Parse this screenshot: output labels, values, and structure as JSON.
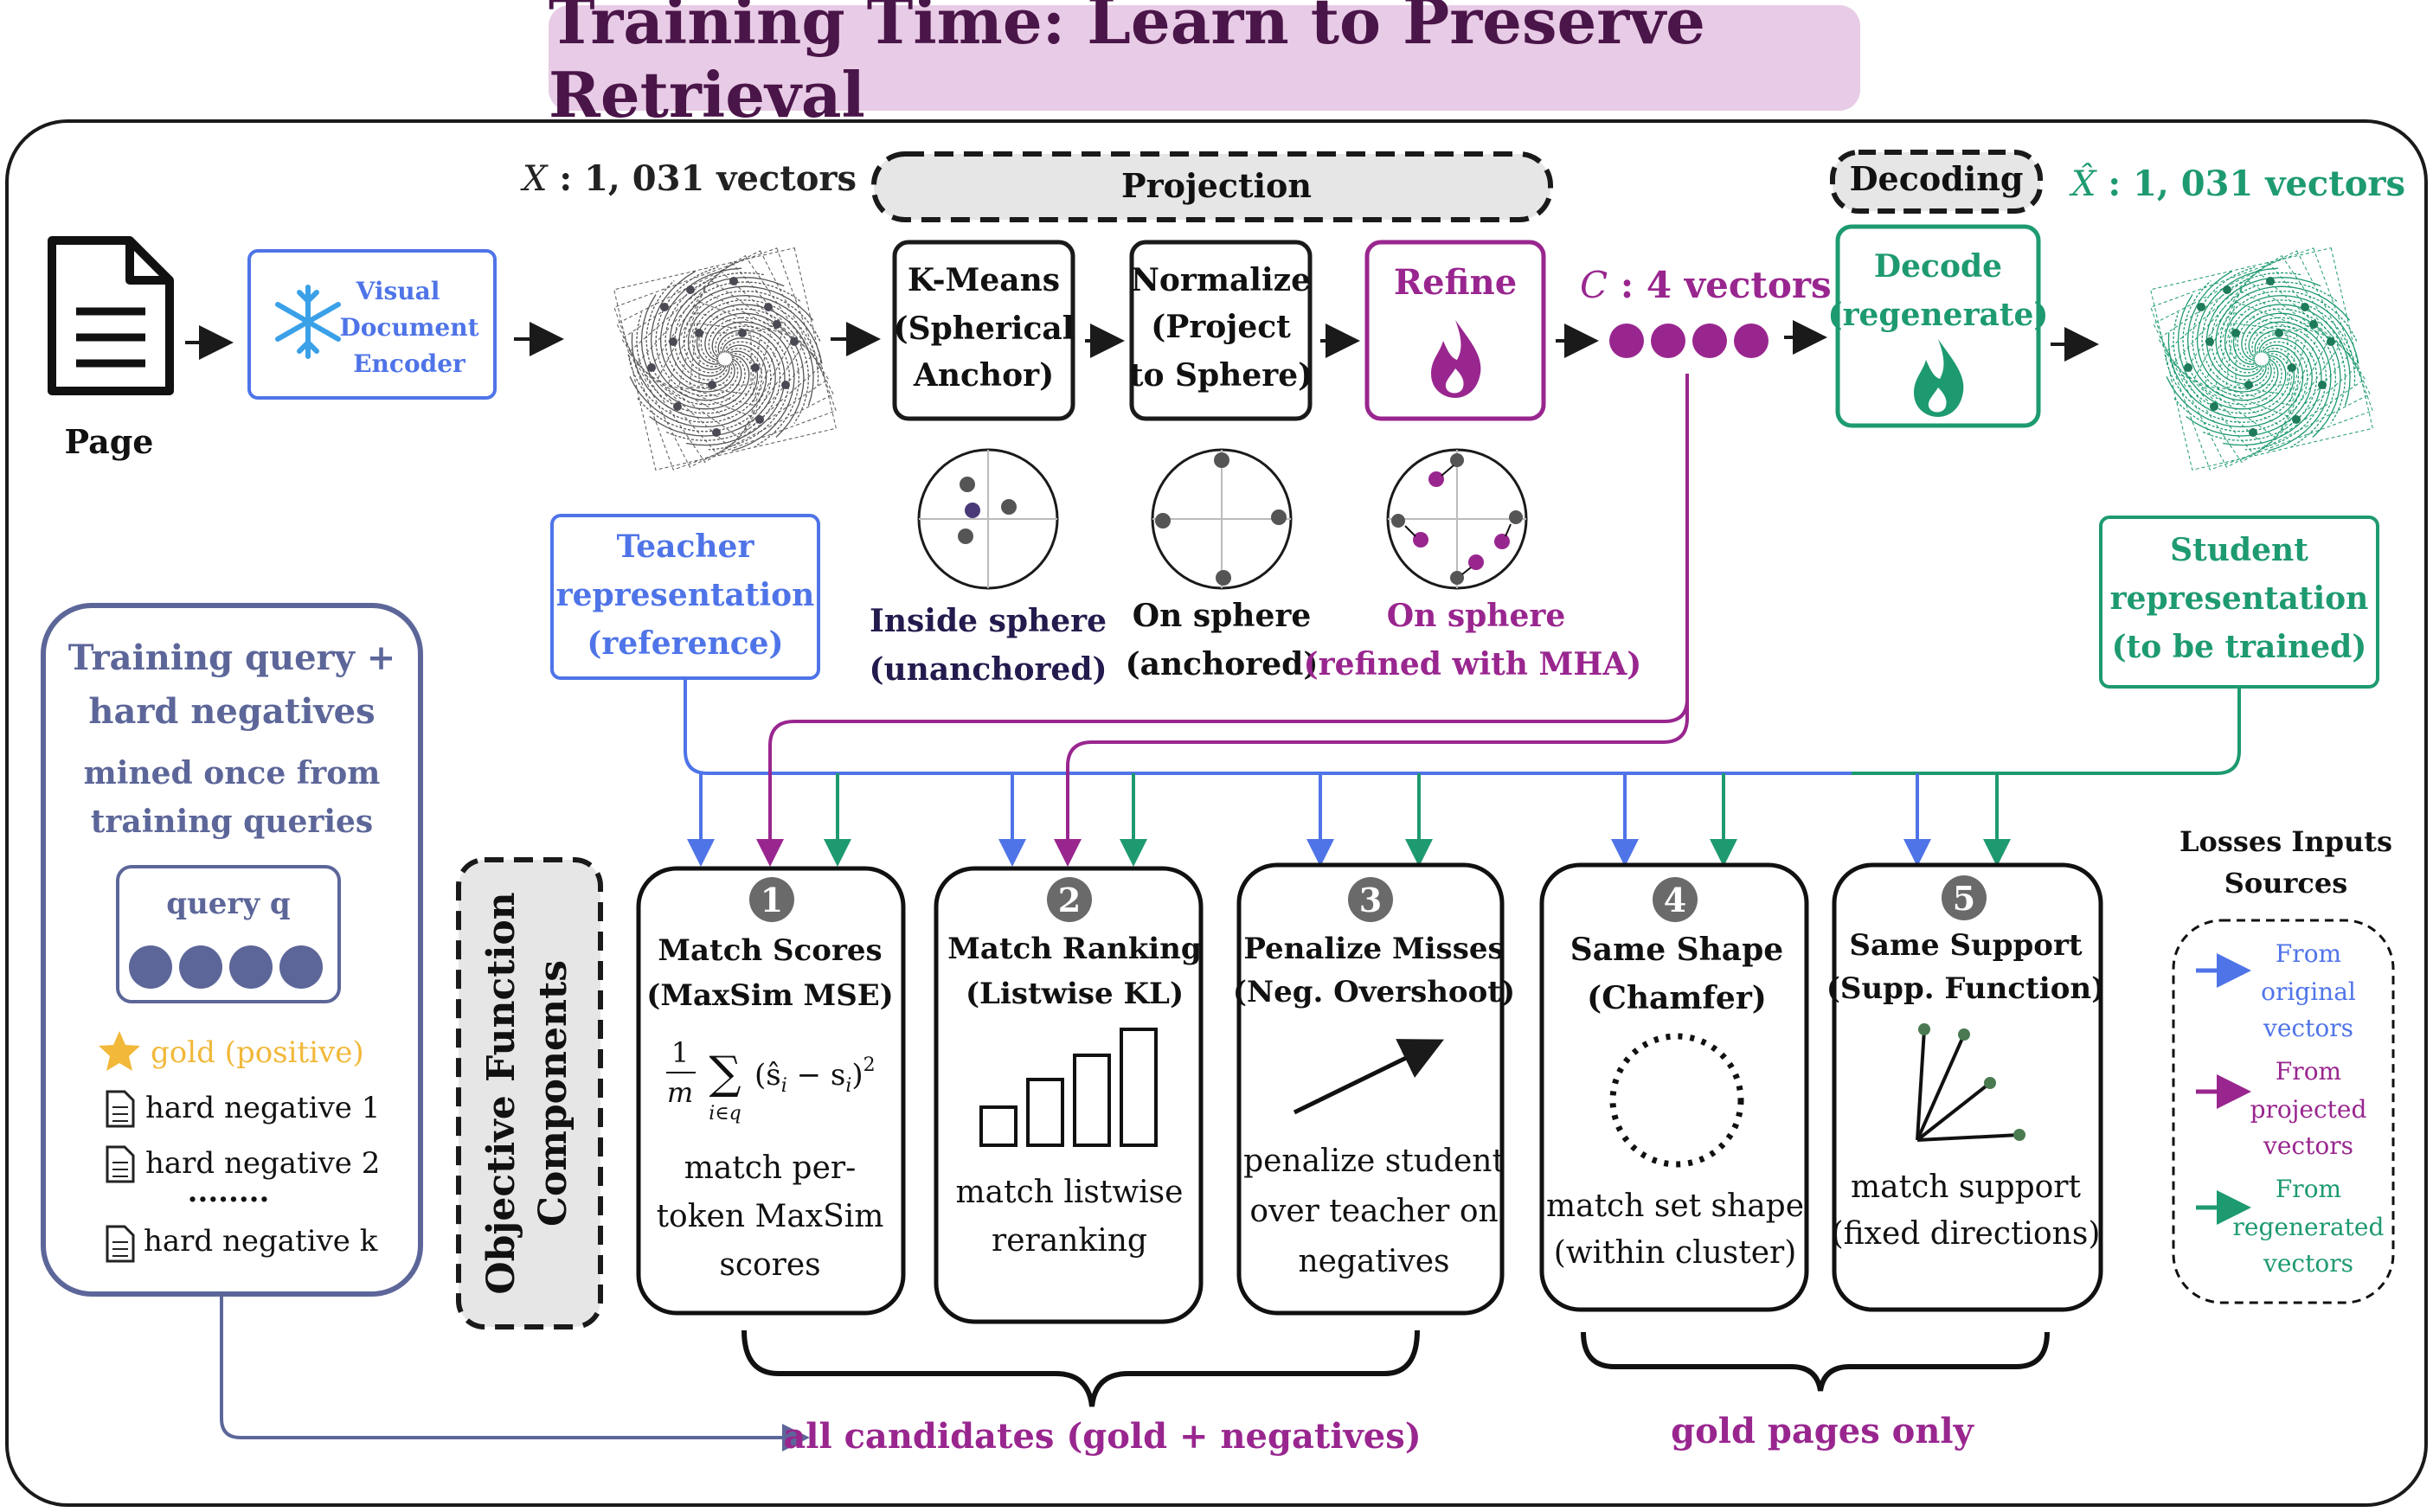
{
  "title": "Training Time: Learn to Preserve Retrieval",
  "colors": {
    "title_bg": "#e8cbe6",
    "title_text": "#4a1548",
    "blue": "#4f74e8",
    "purple": "#99268f",
    "green": "#1e9a70",
    "slate": "#5c6699",
    "gold": "#f2b83a",
    "dark": "#1a1a1a"
  },
  "pipeline": {
    "page_label": "Page",
    "encoder": {
      "line1": "Visual",
      "line2": "Document",
      "line3": "Encoder",
      "icon": "snowflake-icon"
    },
    "x_label": {
      "sym": "X",
      "rest": " : 1, 031 vectors"
    },
    "projection_label": "Projection",
    "decoding_label": "Decoding",
    "kmeans": {
      "line1": "K-Means",
      "line2": "(Spherical",
      "line3": "Anchor)"
    },
    "normalize": {
      "line1": "Normalize",
      "line2": "(Project",
      "line3": "to Sphere)"
    },
    "refine": {
      "line1": "Refine",
      "icon": "fire-icon"
    },
    "c_label": {
      "sym": "C",
      "rest": " : 4 vectors"
    },
    "decode": {
      "line1": "Decode",
      "line2": "(regenerate)",
      "icon": "fire-icon"
    },
    "xhat_label": {
      "sym": "X̂",
      "rest": " : 1, 031 vectors"
    }
  },
  "spheres": [
    {
      "line1": "Inside sphere",
      "line2": "(unanchored)"
    },
    {
      "line1": "On sphere",
      "line2": "(anchored)"
    },
    {
      "line1": "On sphere",
      "line2": "(refined with MHA)"
    }
  ],
  "teacher": {
    "line1": "Teacher",
    "line2": "representation",
    "line3": "(reference)"
  },
  "student": {
    "line1": "Student",
    "line2": "representation",
    "line3": "(to be trained)"
  },
  "query_panel": {
    "line1": "Training query +",
    "line2": "hard negatives",
    "line3": "mined once from",
    "line4": "training queries",
    "query_label": "query q",
    "gold": "gold (positive)",
    "neg1": "hard negative 1",
    "neg2": "hard negative 2",
    "dots": "········",
    "negk": "hard negative k"
  },
  "objective_label": {
    "line1": "Objective Function",
    "line2": "Components"
  },
  "losses": [
    {
      "num": "1",
      "title1": "Match Scores",
      "title2": "(MaxSim MSE)",
      "formula_frac_top": "1",
      "formula_frac_bot": "m",
      "formula_sub": "i∈q",
      "formula_body": "(ŝ",
      "formula_body_i": "i",
      "formula_minus": " − s",
      "formula_body_i2": "i",
      "formula_close": ")",
      "formula_sq": "2",
      "desc1": "match per-",
      "desc2": "token MaxSim",
      "desc3": "scores"
    },
    {
      "num": "2",
      "title1": "Match Ranking",
      "title2": "(Listwise KL)",
      "desc1": "match listwise",
      "desc2": "reranking"
    },
    {
      "num": "3",
      "title1": "Penalize Misses",
      "title2": "(Neg. Overshoot)",
      "desc1": "penalize student",
      "desc2": "over teacher on",
      "desc3": "negatives"
    },
    {
      "num": "4",
      "title1": "Same Shape",
      "title2": "(Chamfer)",
      "desc1": "match set shape",
      "desc2": "(within cluster)"
    },
    {
      "num": "5",
      "title1": "Same Support",
      "title2": "(Supp. Function)",
      "desc1": "match support",
      "desc2": "(fixed directions)"
    }
  ],
  "legend": {
    "title1": "Losses Inputs",
    "title2": "Sources",
    "items": [
      {
        "line1": "From",
        "line2": "original",
        "line3": "vectors"
      },
      {
        "line1": "From",
        "line2": "projected",
        "line3": "vectors"
      },
      {
        "line1": "From",
        "line2": "regenerated",
        "line3": "vectors"
      }
    ]
  },
  "braces": {
    "left": "all candidates (gold + negatives)",
    "right": "gold pages only"
  }
}
